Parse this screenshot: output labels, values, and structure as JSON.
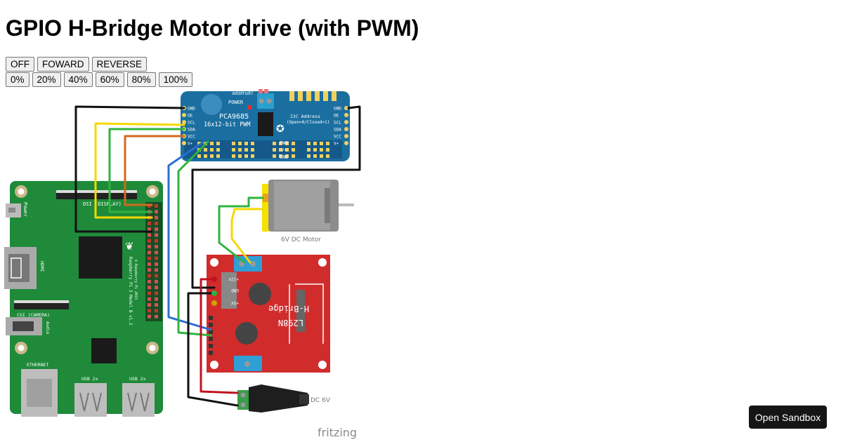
{
  "page_title": "GPIO H-Bridge Motor drive (with PWM)",
  "direction_buttons": [
    "OFF",
    "FOWARD",
    "REVERSE"
  ],
  "speed_buttons": [
    "0%",
    "20%",
    "40%",
    "60%",
    "80%",
    "100%"
  ],
  "diagram": {
    "pwm_board": {
      "brand": "adafruit!",
      "chip": "PCA9685",
      "subtitle": "16x12-bit PWM",
      "power": "POWER",
      "i2c_title": "I2C Address",
      "i2c_sub": "(Open=0/Closed=1)",
      "left_pins": [
        "GND",
        "OE",
        "SCL",
        "SDA",
        "VCC",
        "V+"
      ],
      "right_pins": [
        "GND",
        "OE",
        "SCL",
        "SDA",
        "VCC",
        "V+"
      ],
      "row_labels": [
        "PWM",
        "V+",
        "GND"
      ]
    },
    "motor_label": "6V DC Motor",
    "hbridge": {
      "name": "H-Bridge",
      "chip": "L298N",
      "pins": [
        "+12V",
        "GND",
        "+5V"
      ]
    },
    "pi": {
      "model": "Raspberry Pi 3 Model B v1.2",
      "copyright": "© Raspberry Pi 2015",
      "power": "Power",
      "hdmi": "HDMI",
      "display": "DSI (DISPLAY)",
      "camera": "CSI (CAMERA)",
      "audio": "Audio",
      "ethernet": "ETHERNET",
      "usb": [
        "USB 2x",
        "USB 2x"
      ]
    },
    "power_label": "DC 6V",
    "watermark": "fritzing"
  },
  "sandbox_label": "Open Sandbox",
  "colors": {
    "pwm_board": "#1b6fa0",
    "pi_board": "#1f8a3a",
    "hbridge_board": "#d12c2c",
    "terminal": "#2f9fd6"
  }
}
